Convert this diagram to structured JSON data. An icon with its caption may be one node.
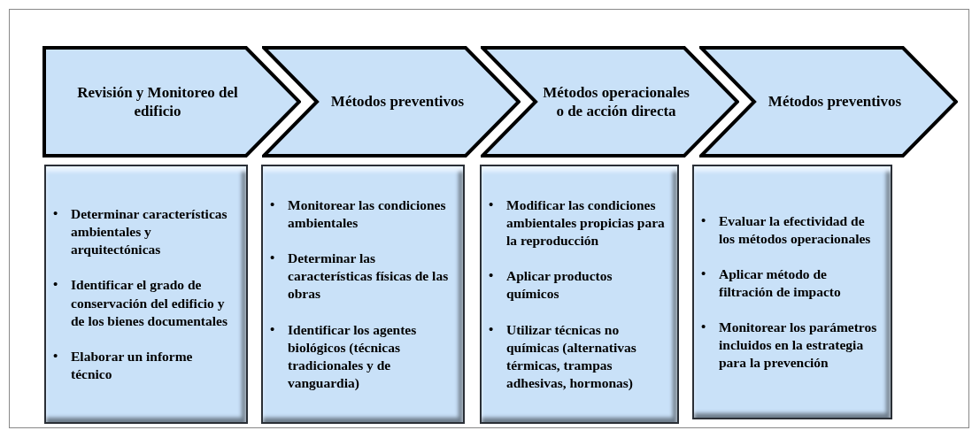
{
  "diagram": {
    "nodes": [
      {
        "text": [
          "Revisión y Monitoreo del edificio"
        ]
      },
      {
        "text": [
          "Métodos preventivos"
        ]
      },
      {
        "text": [
          "Métodos operacionales o de acción directa"
        ]
      },
      {
        "text": [
          "Métodos preventivos"
        ]
      },
      {
        "text": [
          "Determinar características ambientales y arquitectónicas",
          "Identificar el grado de conservación del edificio y de los bienes documentales",
          "Elaborar un informe técnico"
        ]
      },
      {
        "text": [
          "Monitorear las condiciones ambientales",
          "Determinar las características físicas de las obras",
          "Identificar los agentes biológicos (técnicas tradicionales y de vanguardia)"
        ]
      },
      {
        "text": [
          "Modificar las condiciones ambientales propicias para la reproducción",
          "Aplicar productos químicos",
          "Utilizar técnicas no químicas (alternativas térmicas, trampas adhesivas, hormonas)"
        ]
      },
      {
        "text": [
          "Evaluar la efectividad de los métodos operacionales",
          "Aplicar método de filtración de impacto",
          "Monitorear los parámetros incluidos en la estrategia para la prevención"
        ]
      }
    ],
    "labels": [
      "•",
      "•",
      "•",
      "•",
      "•",
      "•",
      "•",
      "•",
      "•",
      "•",
      "•",
      "•"
    ]
  }
}
